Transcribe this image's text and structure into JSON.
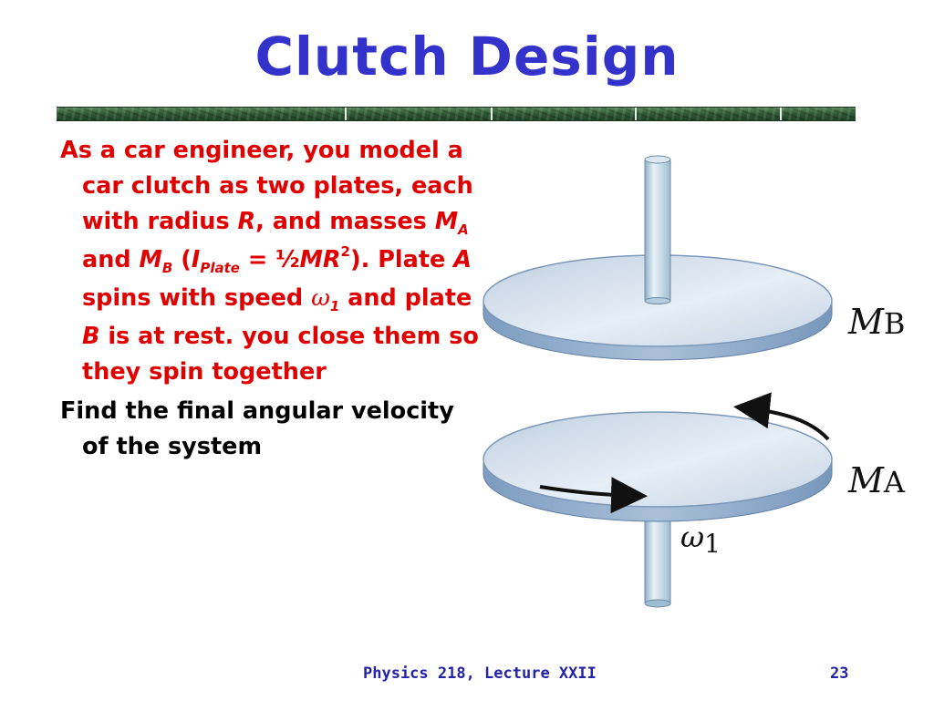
{
  "slide": {
    "title": "Clutch Design",
    "problem": {
      "t1": "As a car engineer, you model a car clutch as two plates, each with radius ",
      "R": "R",
      "t2": ", and masses ",
      "MA_M": "M",
      "MA_sub": "A",
      "t3": " and ",
      "MB_M": "M",
      "MB_sub": "B",
      "t4": " (",
      "I": "I",
      "I_sub": "Plate",
      "t5": " = ½",
      "MR": "MR",
      "exp": "2",
      "t6": "). Plate ",
      "A": "A",
      "t7": " spins with speed ",
      "omega": "ω",
      "omega_sub": "1",
      "t8": " and plate ",
      "B": "B",
      "t9": " is at rest. you close them so they spin together"
    },
    "question": "Find the final angular velocity of the system"
  },
  "figure": {
    "label_mb": "M",
    "label_mb_sub": "B",
    "label_ma": "M",
    "label_ma_sub": "A",
    "label_omega": "ω",
    "label_omega_sub": "1"
  },
  "footer": {
    "course": "Physics 218, Lecture XXII",
    "page": "23"
  }
}
